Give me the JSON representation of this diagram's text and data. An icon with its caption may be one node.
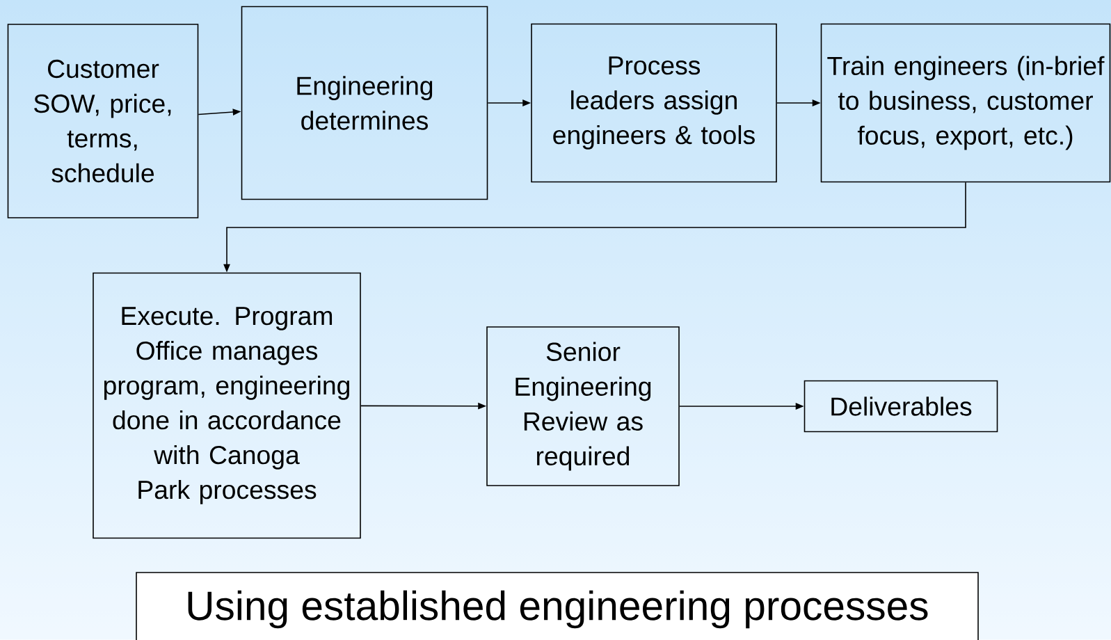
{
  "diagram": {
    "title": "Using established engineering processes",
    "nodes": [
      {
        "text": [
          "Customer SOW, price, terms, schedule"
        ]
      },
      {
        "text": [
          "Engineering determines"
        ]
      },
      {
        "text": [
          "Process leaders assign engineers & tools"
        ]
      },
      {
        "text": [
          "Train engineers (in-brief to business, customer focus, export, etc.)"
        ]
      },
      {
        "text": [
          "Execute. Program Office manages program, engineering done in accordance with Canoga Park processes"
        ]
      },
      {
        "text": [
          "Senior Engineering Review as required"
        ]
      },
      {
        "text": [
          "Deliverables"
        ]
      }
    ],
    "edges": [
      {
        "from": 0,
        "to": 1,
        "arrow": "to"
      },
      {
        "from": 1,
        "to": 2,
        "arrow": "to"
      },
      {
        "from": 2,
        "to": 3,
        "arrow": "to"
      },
      {
        "from": 3,
        "to": 4,
        "arrow": "to"
      },
      {
        "from": 4,
        "to": 5,
        "arrow": "to"
      },
      {
        "from": 5,
        "to": 6,
        "arrow": "to"
      }
    ]
  }
}
